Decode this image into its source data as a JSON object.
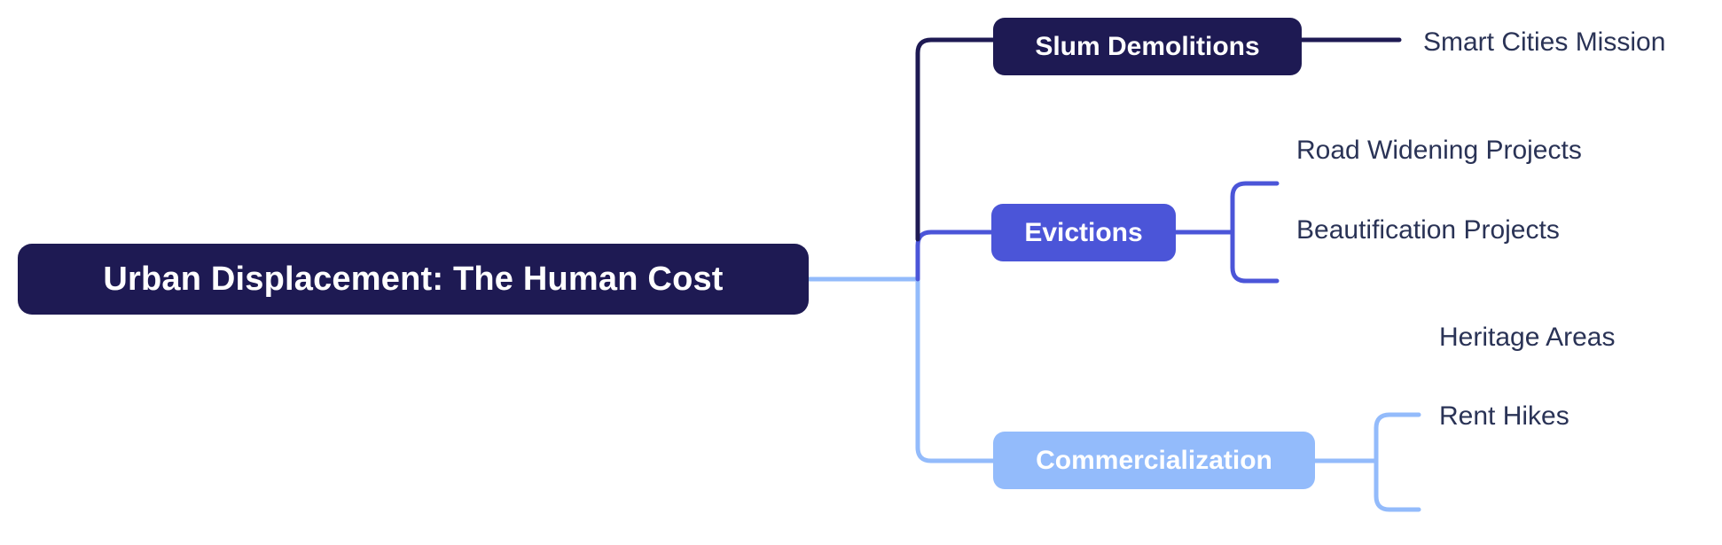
{
  "diagram": {
    "type": "mind-map",
    "title": "Urban Displacement: The Human Cost",
    "root": {
      "label": "Urban Displacement: The Human Cost",
      "color": "#1e1a53",
      "text_color": "#ffffff"
    },
    "branches": [
      {
        "label": "Slum Demolitions",
        "color": "#1e1a53",
        "text_color": "#ffffff",
        "connector_color": "#1e1a53",
        "children": [
          {
            "label": "Smart Cities Mission",
            "text_color": "#2a3356"
          }
        ]
      },
      {
        "label": "Evictions",
        "color": "#4b55d8",
        "text_color": "#ffffff",
        "connector_color": "#4b55d8",
        "children": [
          {
            "label": "Road Widening Projects",
            "text_color": "#2a3356"
          },
          {
            "label": "Beautification Projects",
            "text_color": "#2a3356"
          }
        ]
      },
      {
        "label": "Commercialization",
        "color": "#93bbfb",
        "text_color": "#ffffff",
        "connector_color": "#93bbfb",
        "children": [
          {
            "label": "Heritage Areas",
            "text_color": "#2a3356"
          },
          {
            "label": "Rent Hikes",
            "text_color": "#2a3356"
          }
        ]
      }
    ],
    "palette": {
      "background": "#ffffff",
      "level0": "#1e1a53",
      "level1_a": "#1e1a53",
      "level1_b": "#4b55d8",
      "level1_c": "#93bbfb",
      "leaf_text": "#2a3356"
    }
  }
}
